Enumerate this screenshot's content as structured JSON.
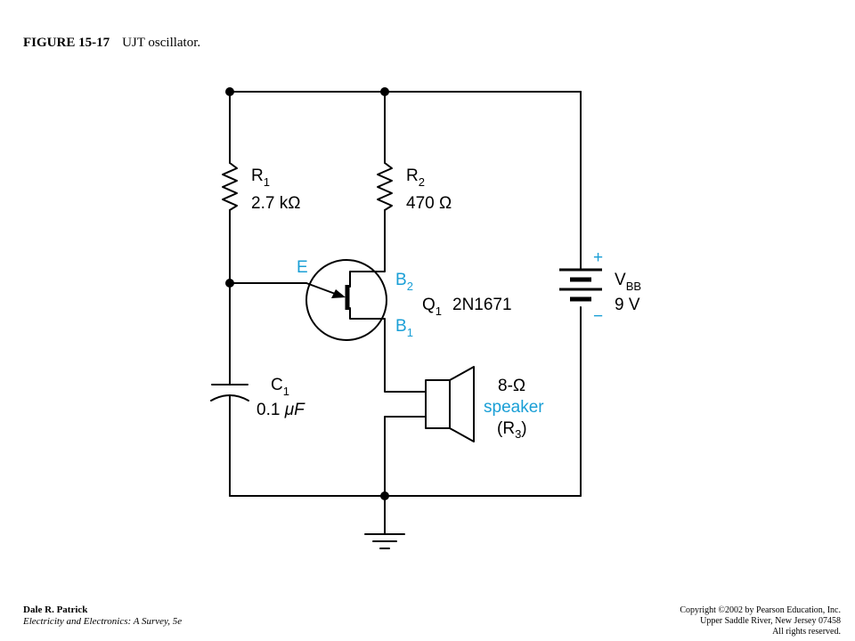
{
  "figure": {
    "number": "FIGURE 15-17",
    "title": "UJT oscillator."
  },
  "components": {
    "r1": {
      "name": "R",
      "sub": "1",
      "value": "2.7 kΩ"
    },
    "r2": {
      "name": "R",
      "sub": "2",
      "value": "470 Ω"
    },
    "c1": {
      "name": "C",
      "sub": "1",
      "value_num": "0.1 ",
      "value_unit": "μF"
    },
    "q1": {
      "name": "Q",
      "sub": "1",
      "part": "2N1671",
      "emitter": "E",
      "base2": "B",
      "base2_sub": "2",
      "base1": "B",
      "base1_sub": "1"
    },
    "battery": {
      "name": "V",
      "sub": "BB",
      "value": "9 V",
      "plus": "+",
      "minus": "−"
    },
    "speaker": {
      "impedance": "8-Ω",
      "label": "speaker",
      "ref_open": "(R",
      "ref_sub": "3",
      "ref_close": ")"
    }
  },
  "colors": {
    "terminal_labels": "#1a9fd6",
    "wire": "#000000"
  },
  "footer": {
    "author": "Dale R. Patrick",
    "book": "Electricity and Electronics: A Survey, 5e",
    "copyright": "Copyright ©2002 by Pearson Education, Inc.",
    "address": "Upper Saddle River, New Jersey 07458",
    "rights": "All rights reserved."
  }
}
